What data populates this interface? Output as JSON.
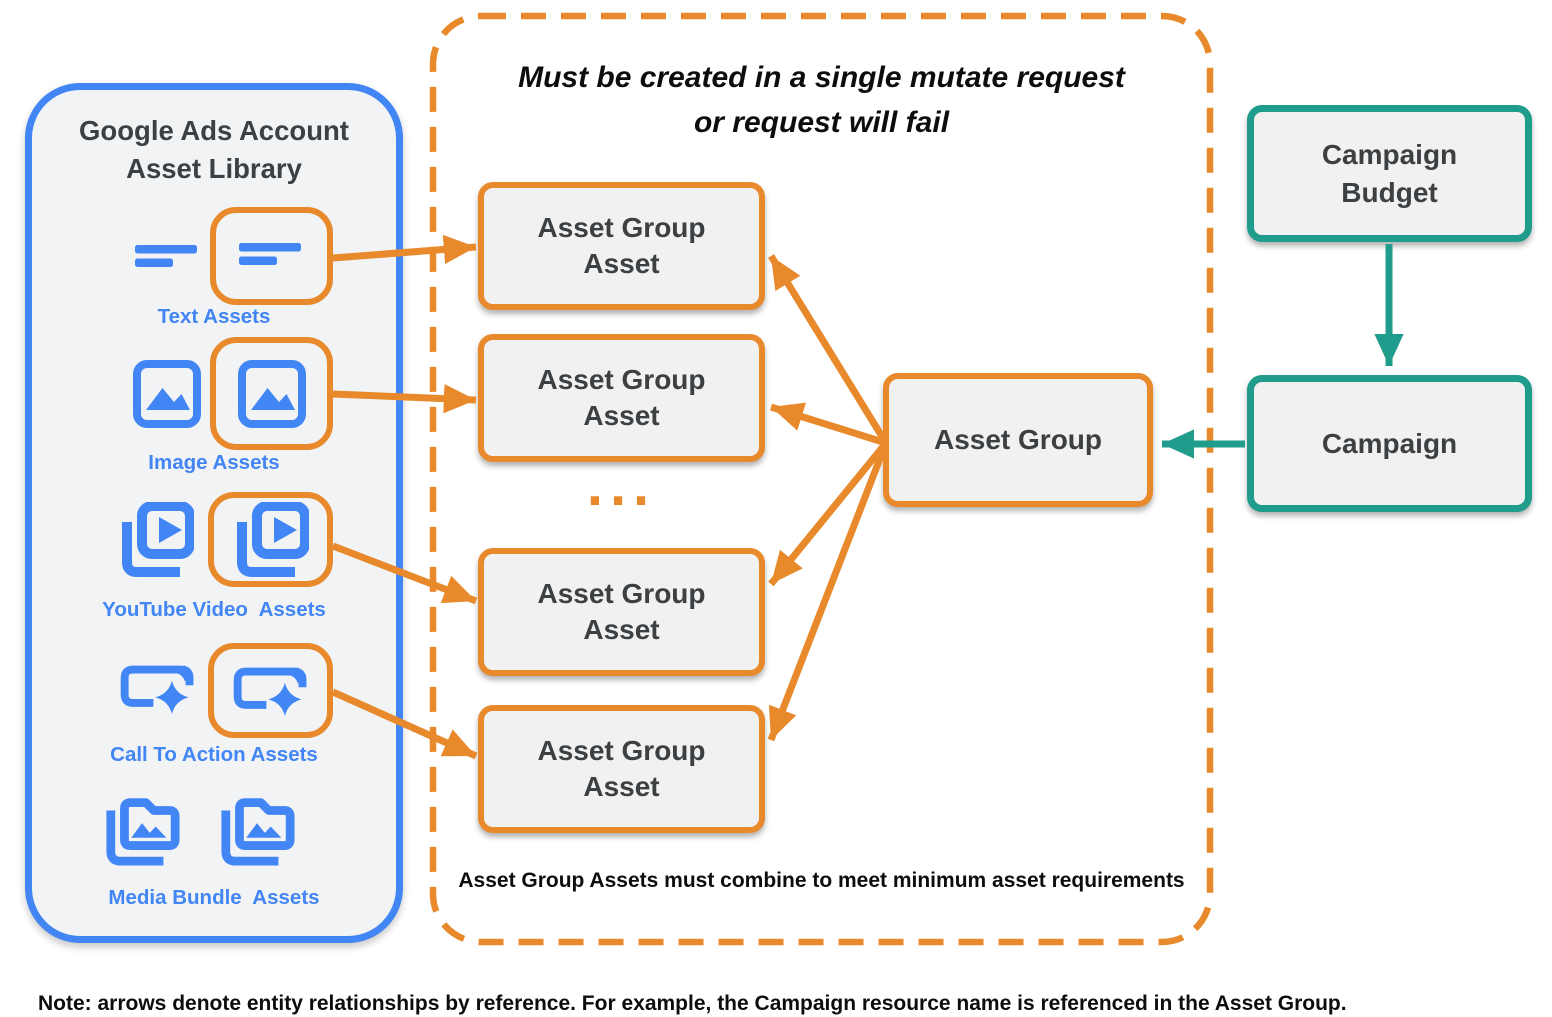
{
  "colors": {
    "blue": "#4285F4",
    "orange": "#E8892B",
    "teal": "#1F9C8B",
    "dark_text": "#3C4043",
    "black": "#0D0D0D",
    "panel_bg": "#F1F3F4",
    "box_bg": "#F1F1F1"
  },
  "library": {
    "title": [
      "Google Ads Account",
      "Asset Library"
    ],
    "rows": [
      {
        "label": "Text Assets",
        "icon": "text-lines-icon",
        "highlighted": true
      },
      {
        "label": "Image Assets",
        "icon": "image-icon",
        "highlighted": true
      },
      {
        "label": "YouTube Video  Assets",
        "icon": "video-stack-icon",
        "highlighted": true
      },
      {
        "label": "Call To Action Assets",
        "icon": "cta-sparkle-icon",
        "highlighted": true
      },
      {
        "label": "Media Bundle  Assets",
        "icon": "media-bundle-icon",
        "highlighted": false
      }
    ]
  },
  "mutate_panel": {
    "title": [
      "Must be created in a single mutate request",
      "or request will fail"
    ],
    "asset_group_asset_boxes": [
      {
        "line1": "Asset Group",
        "line2": "Asset"
      },
      {
        "line1": "Asset Group",
        "line2": "Asset"
      },
      {
        "line1": "Asset Group",
        "line2": "Asset"
      },
      {
        "line1": "Asset Group",
        "line2": "Asset"
      }
    ],
    "ellipsis": "...",
    "caption": "Asset Group Assets must combine to meet minimum asset requirements"
  },
  "entities": {
    "asset_group": {
      "label": "Asset Group"
    },
    "campaign_budget": {
      "line1": "Campaign",
      "line2": "Budget"
    },
    "campaign": {
      "label": "Campaign"
    }
  },
  "note": "Note: arrows denote entity relationships by reference. For example, the Campaign resource name is referenced in the Asset Group."
}
